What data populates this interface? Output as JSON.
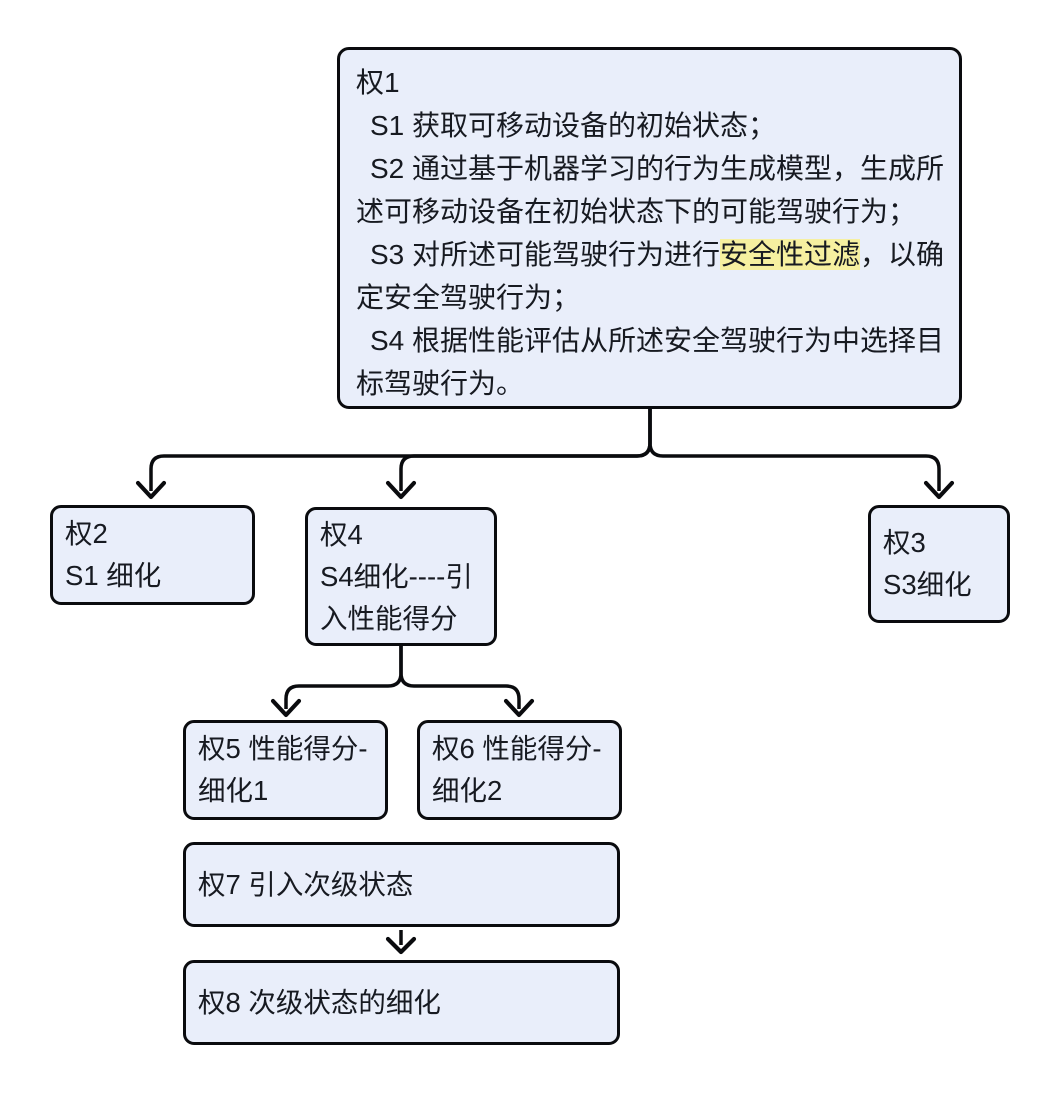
{
  "diagram": {
    "type": "flowchart",
    "colors": {
      "background": "#ffffff",
      "node_fill": "#e9eefa",
      "node_border": "#0a0b0e",
      "connector": "#0a0b0e",
      "text": "#171a21",
      "highlight": "#f6f0a0"
    },
    "root": {
      "label": "权1",
      "s1": "S1 获取可移动设备的初始状态；",
      "s2": "S2 通过基于机器学习的行为生成模型，生成所述可移动设备在初始状态下的可能驾驶行为；",
      "s3_before": "S3 对所述可能驾驶行为进行",
      "s3_highlight": "安全性过滤",
      "s3_after": "，以确定安全驾驶行为；",
      "s4": "S4 根据性能评估从所述安全驾驶行为中选择目标驾驶行为。"
    },
    "nodes": {
      "claim2": {
        "label": "权2",
        "desc": "S1 细化"
      },
      "claim4": {
        "label": "权4",
        "desc": "S4细化----引入性能得分"
      },
      "claim3": {
        "label": "权3",
        "desc": "S3细化"
      },
      "claim5": {
        "text": "权5 性能得分-细化1"
      },
      "claim6": {
        "text": "权6 性能得分-细化2"
      },
      "claim7": {
        "text": "权7 引入次级状态"
      },
      "claim8": {
        "text": "权8 次级状态的细化"
      }
    }
  }
}
